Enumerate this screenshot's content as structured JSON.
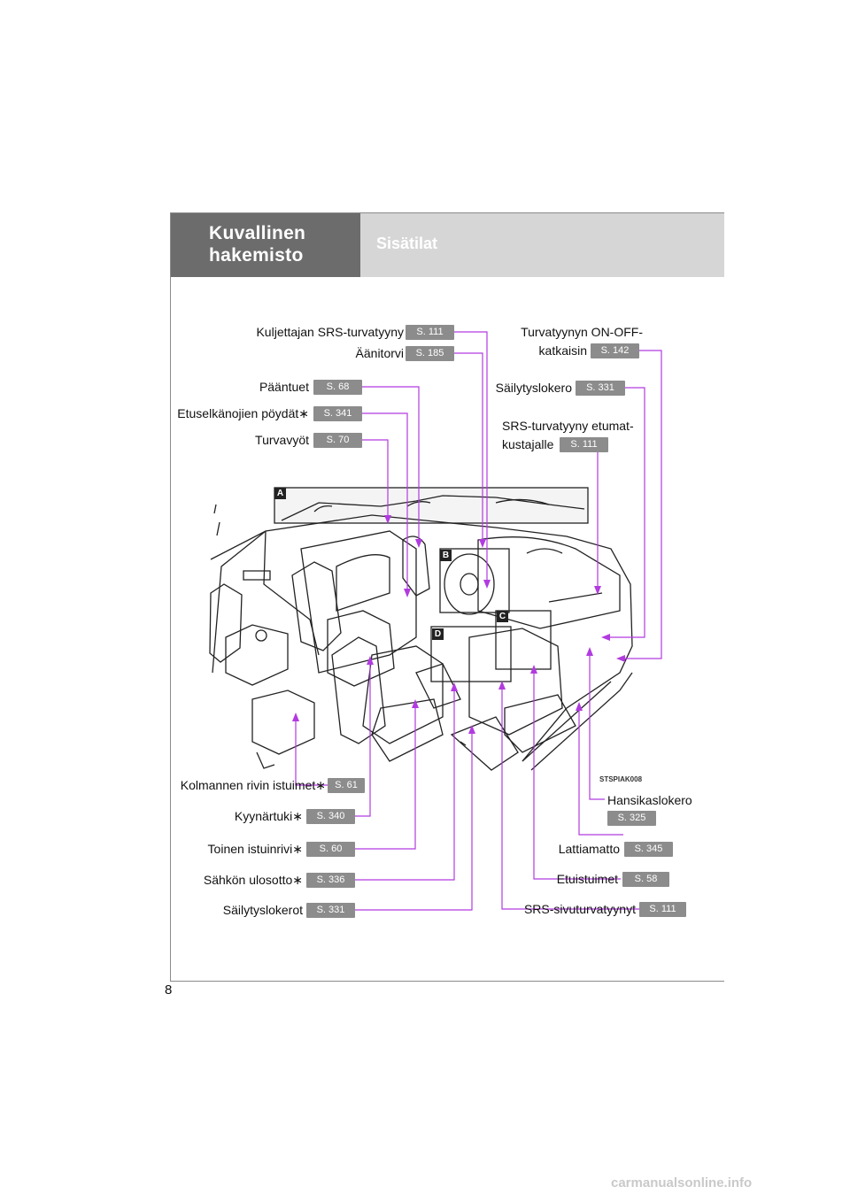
{
  "header": {
    "section_title": "Kuvallinen\nhakemisto",
    "sub_title": "Sisätilat"
  },
  "page_number": "8",
  "figure": {
    "code": "STSPIAK008",
    "panel_letters": [
      "A",
      "B",
      "C",
      "D"
    ]
  },
  "callouts": {
    "kuljettajan_srs": {
      "label": "Kuljettajan SRS-turvatyyny",
      "ref": "S. 111"
    },
    "aanitorvi": {
      "label": "Äänitorvi",
      "ref": "S. 185"
    },
    "paantuet": {
      "label": "Pääntuet",
      "ref": "S. 68"
    },
    "etuselkanojien_poydat": {
      "label": "Etuselkänojien pöydät∗",
      "ref": "S. 341"
    },
    "turvavyot": {
      "label": "Turvavyöt",
      "ref": "S. 70"
    },
    "turvatyynyn_on_off": {
      "label_line1": "Turvatyynyn ON-OFF-",
      "label_line2": "katkaisin",
      "ref": "S. 142"
    },
    "sailytyslokero": {
      "label": "Säilytyslokero",
      "ref": "S. 331"
    },
    "srs_etumatkustajalle": {
      "label_line1": "SRS-turvatyyny etumat-",
      "label_line2": "kustajalle",
      "ref": "S. 111"
    },
    "kolmannen_rivin_istuimet": {
      "label": "Kolmannen rivin istuimet∗",
      "ref": "S. 61"
    },
    "kyynartuki": {
      "label": "Kyynärtuki∗",
      "ref": "S. 340"
    },
    "toinen_istuinrivi": {
      "label": "Toinen istuinrivi∗",
      "ref": "S. 60"
    },
    "sahkon_ulosotto": {
      "label": "Sähkön ulosotto∗",
      "ref": "S. 336"
    },
    "sailytyslokerot": {
      "label": "Säilytyslokerot",
      "ref": "S. 331"
    },
    "hansikaslokero": {
      "label": "Hansikaslokero",
      "ref": "S. 325"
    },
    "lattiamatto": {
      "label": "Lattiamatto",
      "ref": "S. 345"
    },
    "etuistuimet": {
      "label": "Etuistuimet",
      "ref": "S. 58"
    },
    "srs_sivuturvatyynyt": {
      "label": "SRS-sivuturvatyynyt",
      "ref": "S. 111"
    }
  },
  "colors": {
    "header_dark": "#6c6c6c",
    "header_light": "#d6d6d6",
    "badge": "#8c8c8c",
    "leader_line": "#b23be0"
  },
  "watermark": "carmanualsonline.info"
}
